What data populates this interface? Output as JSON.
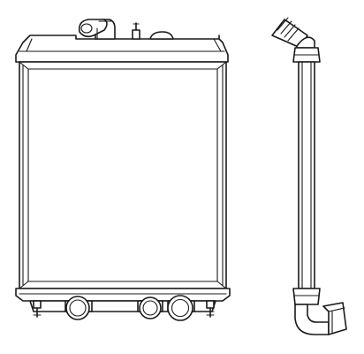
{
  "figure": {
    "subject": "radiator",
    "views": [
      "front-view",
      "side-view"
    ],
    "ink_color": "#1a1a1a",
    "background_color": "#ffffff"
  }
}
